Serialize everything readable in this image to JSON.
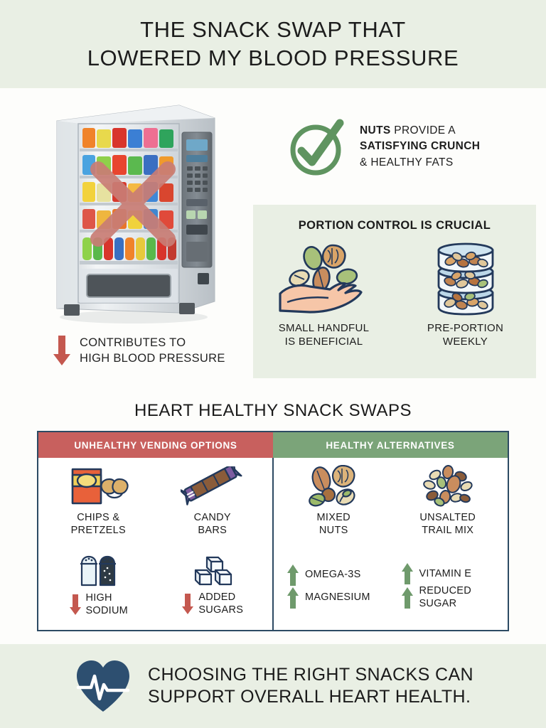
{
  "colors": {
    "band_bg": "#e9efe4",
    "page_bg": "#fdfdfb",
    "red_accent": "#c8605e",
    "green_accent": "#7ba479",
    "check_green": "#5f9460",
    "navy": "#2c4a63",
    "arrow_red": "#c4584f",
    "arrow_green": "#6f9a6c",
    "heart_navy": "#2d4f70"
  },
  "header": {
    "title_line1": "THE SNACK SWAP THAT",
    "title_line2": "LOWERED MY BLOOD PRESSURE"
  },
  "vending": {
    "icon_name": "vending-machine-photo",
    "overlay_icon": "red-x-overlay",
    "caption_arrow": "down-arrow-red",
    "caption_line1": "CONTRIBUTES TO",
    "caption_line2": "HIGH BLOOD PRESSURE"
  },
  "check_callout": {
    "icon": "green-check-circle-icon",
    "line1_bold": "NUTS",
    "line1_rest": " PROVIDE A",
    "line2_bold": "SATISFYING CRUNCH",
    "line3": "& HEALTHY FATS"
  },
  "portion": {
    "title": "PORTION CONTROL IS CRUCIAL",
    "items": [
      {
        "icon": "hand-with-nuts-icon",
        "label_line1": "SMALL HANDFUL",
        "label_line2": "IS BENEFICIAL"
      },
      {
        "icon": "stacked-containers-icon",
        "label_line1": "PRE-PORTION",
        "label_line2": "WEEKLY"
      }
    ]
  },
  "swap_table": {
    "heading": "HEART HEALTHY SNACK SWAPS",
    "head_bad": "UNHEALTHY VENDING OPTIONS",
    "head_good": "HEALTHY ALTERNATIVES",
    "bad_items": [
      {
        "icon": "chips-pretzels-icon",
        "label_line1": "CHIPS &",
        "label_line2": "PRETZELS"
      },
      {
        "icon": "candy-bar-icon",
        "label_line1": "CANDY",
        "label_line2": "BARS"
      }
    ],
    "bad_stats": [
      {
        "icon": "salt-shakers-icon",
        "arrow": "down-arrow-red",
        "label_line1": "HIGH",
        "label_line2": "SODIUM"
      },
      {
        "icon": "sugar-cubes-icon",
        "arrow": "down-arrow-red",
        "label_line1": "ADDED",
        "label_line2": "SUGARS"
      }
    ],
    "good_items": [
      {
        "icon": "mixed-nuts-icon",
        "label_line1": "MIXED",
        "label_line2": "NUTS"
      },
      {
        "icon": "trail-mix-icon",
        "label_line1": "UNSALTED",
        "label_line2": "TRAIL MIX"
      }
    ],
    "good_stats": [
      {
        "arrow": "up-arrow-green",
        "label_line1": "OMEGA-3S",
        "label_line2": ""
      },
      {
        "arrow": "up-arrow-green",
        "label_line1": "VITAMIN E",
        "label_line2": ""
      },
      {
        "arrow": "up-arrow-green",
        "label_line1": "MAGNESIUM",
        "label_line2": ""
      },
      {
        "arrow": "up-arrow-green",
        "label_line1": "REDUCED",
        "label_line2": "SUGAR"
      }
    ]
  },
  "footer": {
    "icon": "heart-pulse-icon",
    "line1": "CHOOSING THE RIGHT SNACKS CAN",
    "line2": "SUPPORT OVERALL HEART HEALTH."
  }
}
